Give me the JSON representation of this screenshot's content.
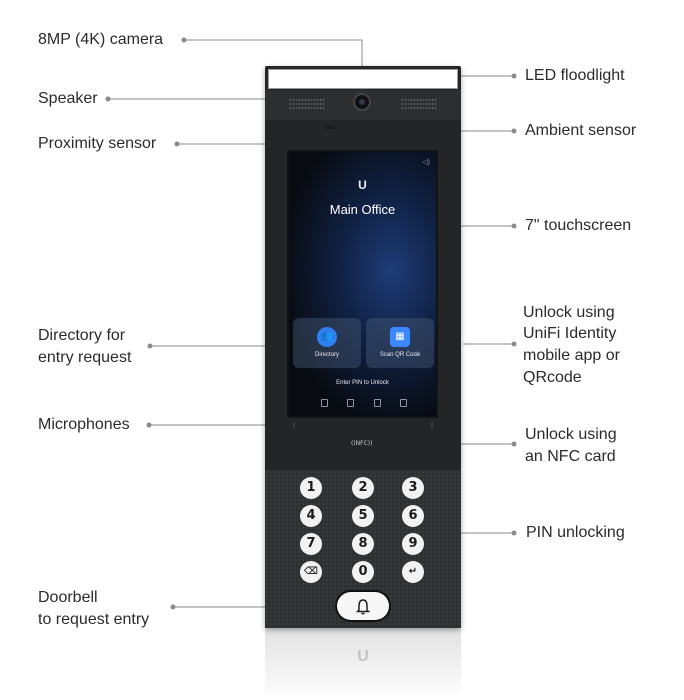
{
  "labels": {
    "camera": "8MP (4K) camera",
    "speaker": "Speaker",
    "proximity": "Proximity sensor",
    "directory_l1": "Directory for",
    "directory_l2": "entry request",
    "microphones": "Microphones",
    "doorbell_l1": "Doorbell",
    "doorbell_l2": "to request entry",
    "led": "LED floodlight",
    "ambient": "Ambient sensor",
    "touchscreen": "7\" touchscreen",
    "unifi_l1": "Unlock using",
    "unifi_l2": "UniFi Identity",
    "unifi_l3": "mobile app or",
    "unifi_l4": "QRcode",
    "nfc_l1": "Unlock using",
    "nfc_l2": "an NFC card",
    "pin": "PIN unlocking"
  },
  "screen": {
    "logo": "U",
    "title": "Main Office",
    "tile_directory": "Directory",
    "tile_qr": "Scan QR Code",
    "pin_prompt": "Enter PIN to Unlock"
  },
  "device": {
    "nfc_badge": "((NFC))",
    "keys": [
      "1",
      "2",
      "3",
      "4",
      "5",
      "6",
      "7",
      "8",
      "9",
      "⌫",
      "0",
      "↵"
    ],
    "bell_icon": "bell-icon",
    "reflection_logo": "U"
  },
  "colors": {
    "device_body": "#232527",
    "screen_accent": "#1e3c78",
    "leader_line": "#8a8a8a"
  }
}
